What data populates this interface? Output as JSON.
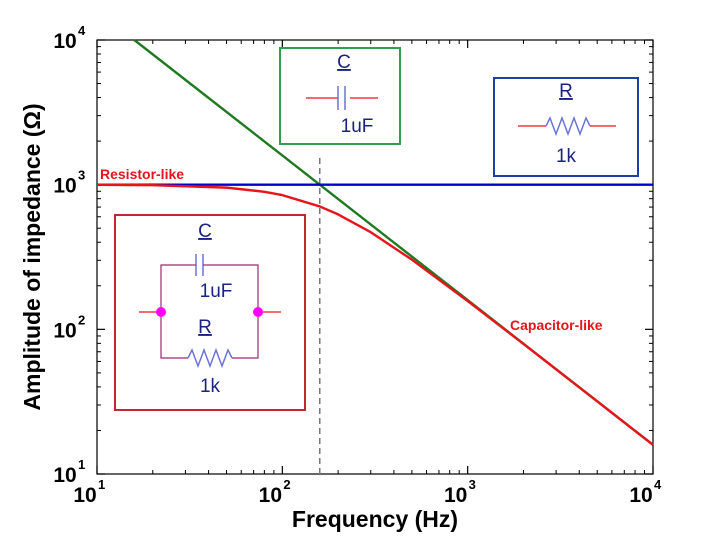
{
  "chart_data": {
    "type": "line",
    "title": "",
    "xlabel": "Frequency (Hz)",
    "ylabel": "Amplitude of impedance (Ω)",
    "xscale": "log",
    "yscale": "log",
    "xlim": [
      10,
      10000
    ],
    "ylim": [
      10,
      10000
    ],
    "x_ticks": [
      {
        "base": "10",
        "exp": "1"
      },
      {
        "base": "10",
        "exp": "2"
      },
      {
        "base": "10",
        "exp": "3"
      },
      {
        "base": "10",
        "exp": "4"
      }
    ],
    "y_ticks": [
      {
        "base": "10",
        "exp": "1"
      },
      {
        "base": "10",
        "exp": "2"
      },
      {
        "base": "10",
        "exp": "3"
      },
      {
        "base": "10",
        "exp": "4"
      }
    ],
    "grid": false,
    "series": [
      {
        "color": "#1f7a1f",
        "x": [
          15.9,
          100,
          159.2,
          1000,
          10000
        ],
        "y": [
          10000,
          1592,
          1000,
          159.2,
          15.9
        ]
      },
      {
        "color": "#0000cc",
        "x": [
          10,
          10000
        ],
        "y": [
          1000,
          1000
        ]
      },
      {
        "color": "#e8141c",
        "x": [
          10,
          20,
          50,
          80,
          100,
          159.2,
          200,
          300,
          500,
          1000,
          2000,
          5000,
          10000
        ],
        "y": [
          998,
          992,
          954,
          893,
          847,
          707,
          623,
          469,
          303,
          157,
          79.3,
          31.8,
          15.9
        ]
      }
    ],
    "cutoff_frequency": 159.2,
    "annotations": {
      "resistor_like": "Resistor-like",
      "capacitor_like": "Capacitor-like"
    },
    "colors": {
      "resistor_line": "#0000cc",
      "capacitor_line": "#1f7a1f",
      "parallel_line": "#e8141c",
      "annotation_text": "#e8141c",
      "component": "#6b74d6",
      "node": "#ff00ff"
    }
  },
  "insets": {
    "capacitor": {
      "title": "C",
      "value": "1uF",
      "border_color": "#2e9e4f"
    },
    "resistor": {
      "title": "R",
      "value": "1k",
      "border_color": "#1f3fa8"
    },
    "parallel": {
      "cap_title": "C",
      "cap_value": "1uF",
      "res_title": "R",
      "res_value": "1k",
      "border_color": "#c0282e"
    }
  }
}
